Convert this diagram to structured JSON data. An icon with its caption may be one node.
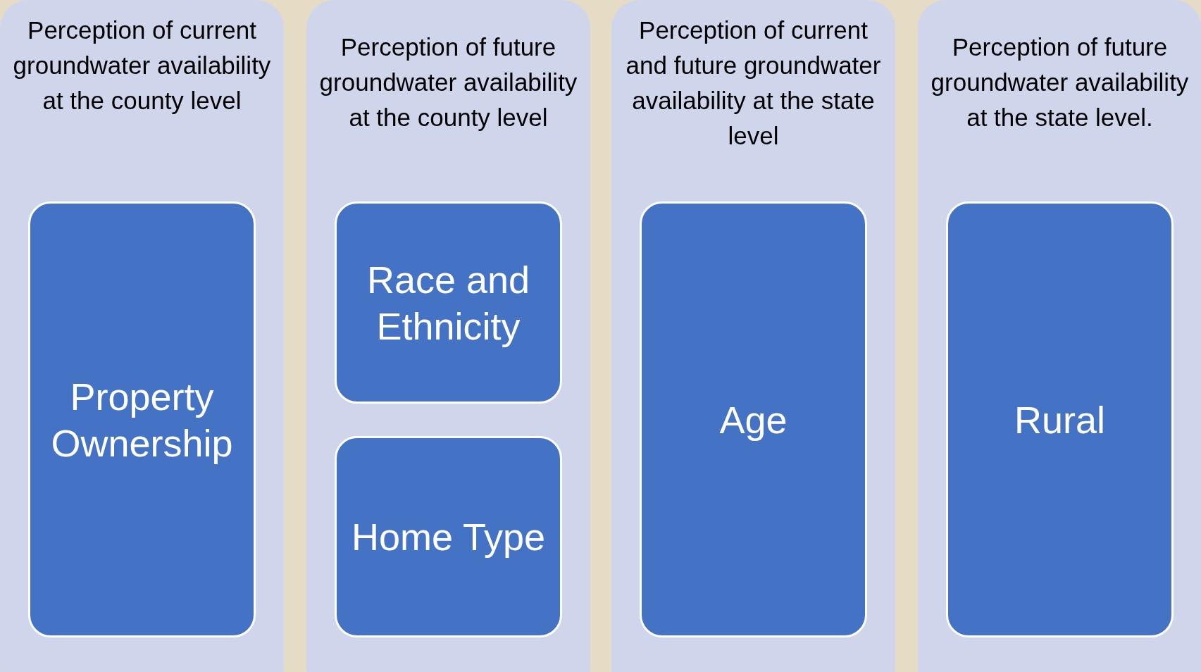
{
  "diagram": {
    "nodes": [
      {
        "text": [
          "Perception of current groundwater availability at the county level"
        ]
      },
      {
        "text": [
          "Property Ownership"
        ],
        "in": 0
      },
      {
        "text": [
          "Perception of future groundwater availability at the county level"
        ]
      },
      {
        "text": [
          "Race and Ethnicity"
        ],
        "in": 2
      },
      {
        "text": [
          "Home Type"
        ],
        "in": 2
      },
      {
        "text": [
          "Perception of current and future groundwater availability at the state level"
        ]
      },
      {
        "text": [
          "Age"
        ],
        "in": 5
      },
      {
        "text": [
          "Perception of future groundwater availability at the state level."
        ]
      },
      {
        "text": [
          "Rural"
        ],
        "in": 7
      }
    ]
  }
}
